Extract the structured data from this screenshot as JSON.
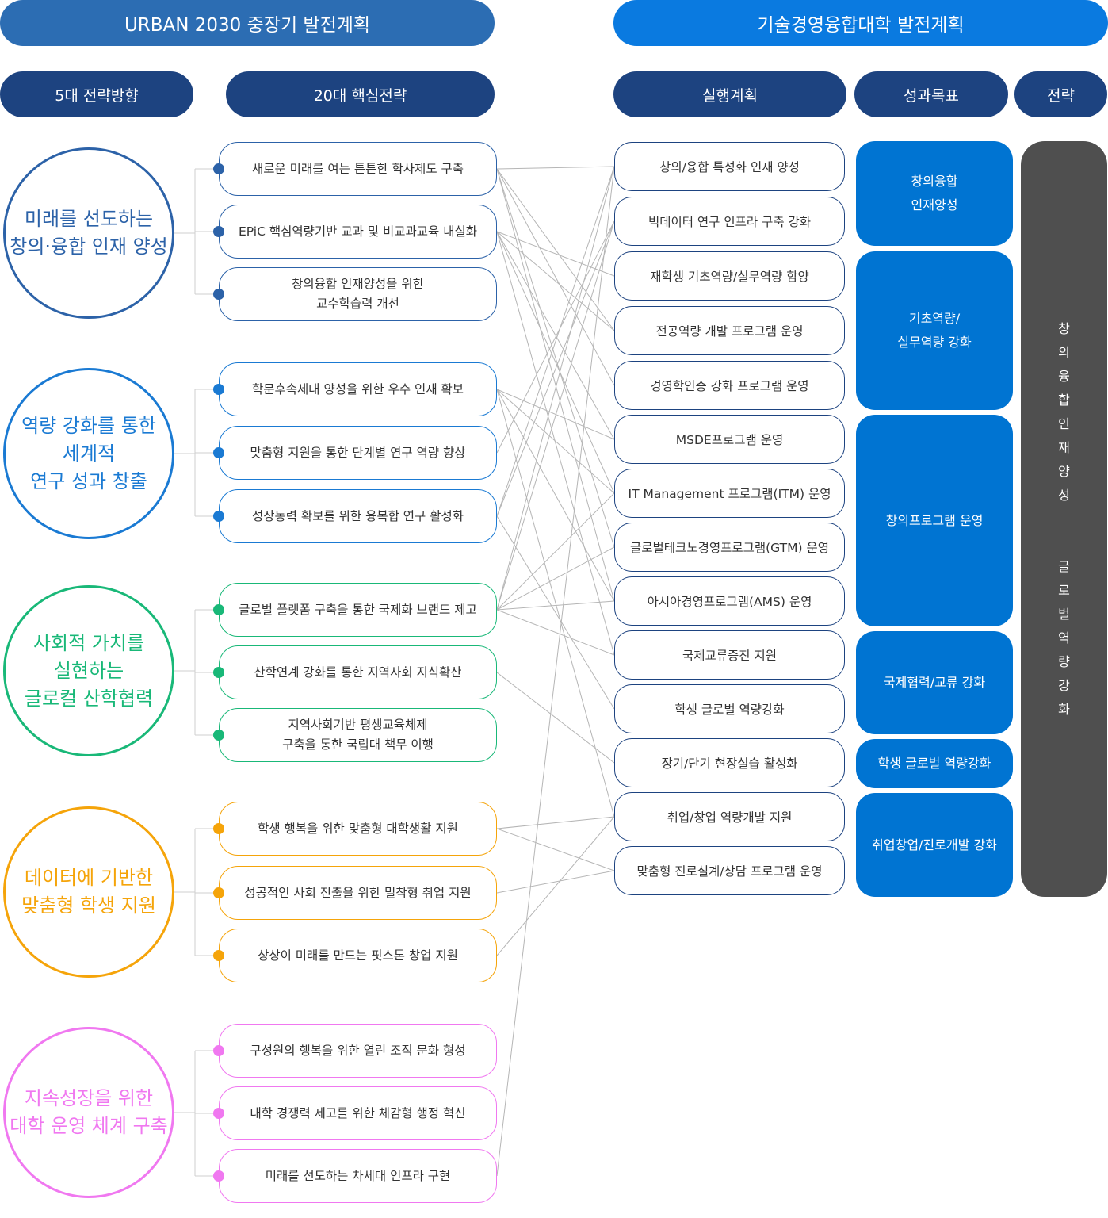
{
  "top": {
    "left_title": "URBAN 2030 중장기 발전계획",
    "right_title": "기술경영융합대학 발전계획"
  },
  "headers": {
    "directions": "5대 전략방향",
    "strategies": "20대 핵심전략",
    "actions": "실행계획",
    "goals": "성과목표",
    "strategy": "전략"
  },
  "colors": {
    "navy": "#1d4380",
    "blue_header": "#0a7ae0",
    "steel": "#2c6db3",
    "goal_blue": "#0074d2",
    "dark_gray": "#4f4f4f",
    "group1": "#2c62a8",
    "group2": "#1a7ad3",
    "group3": "#19b878",
    "group4": "#f5a40a",
    "group5": "#f078f0"
  },
  "directions": [
    {
      "label": "미래를 선도하는\n창의·융합 인재 양성"
    },
    {
      "label": "역량 강화를 통한\n세계적\n연구 성과 창출"
    },
    {
      "label": "사회적 가치를\n실현하는\n글로컬 산학협력"
    },
    {
      "label": "데이터에 기반한\n맞춤형 학생 지원"
    },
    {
      "label": "지속성장을 위한\n대학 운영 체계 구축"
    }
  ],
  "strategies": [
    {
      "label": "새로운 미래를 여는 튼튼한 학사제도 구축"
    },
    {
      "label": "EPiC 핵심역량기반 교과 및 비교과교육 내실화"
    },
    {
      "label": "창의융합 인재양성을 위한\n교수학습력 개선"
    },
    {
      "label": "학문후속세대 양성을 위한 우수 인재 확보"
    },
    {
      "label": "맞춤형 지원을 통한 단계별 연구 역량 향상"
    },
    {
      "label": "성장동력 확보를 위한 융복합 연구 활성화"
    },
    {
      "label": "글로벌 플랫폼 구축을 통한 국제화 브랜드 제고"
    },
    {
      "label": "산학연계 강화를 통한 지역사회 지식확산"
    },
    {
      "label": "지역사회기반 평생교육체제\n구축을 통한 국립대 책무 이행"
    },
    {
      "label": "학생 행복을 위한 맞춤형 대학생활 지원"
    },
    {
      "label": "성공적인 사회 진출을 위한 밀착형 취업 지원"
    },
    {
      "label": "상상이 미래를 만드는 핏스톤 창업 지원"
    },
    {
      "label": "구성원의 행복을 위한 열린 조직 문화 형성"
    },
    {
      "label": "대학 경쟁력 제고를 위한 체감형 행정 혁신"
    },
    {
      "label": "미래를 선도하는 차세대 인프라 구현"
    }
  ],
  "actions": [
    {
      "label": "창의/융합 특성화 인재 양성"
    },
    {
      "label": "빅데이터 연구 인프라 구축 강화"
    },
    {
      "label": "재학생 기초역량/실무역량 함양"
    },
    {
      "label": "전공역량 개발 프로그램 운영"
    },
    {
      "label": "경영학인증 강화 프로그램 운영"
    },
    {
      "label": "MSDE프로그램 운영"
    },
    {
      "label": "IT Management 프로그램(ITM) 운영"
    },
    {
      "label": "글로벌테크노경영프로그램(GTM) 운영"
    },
    {
      "label": "아시아경영프로그램(AMS) 운영"
    },
    {
      "label": "국제교류증진 지원"
    },
    {
      "label": "학생 글로벌 역량강화"
    },
    {
      "label": "장기/단기 현장실습 활성화"
    },
    {
      "label": "취업/창업 역량개발 지원"
    },
    {
      "label": "맞춤형 진로설계/상담 프로그램 운영"
    }
  ],
  "goals": [
    {
      "label": "창의융합\n인재양성"
    },
    {
      "label": "기초역량/\n실무역량 강화"
    },
    {
      "label": "창의프로그램 운영"
    },
    {
      "label": "국제협력/교류 강화"
    },
    {
      "label": "학생 글로벌 역량강화"
    },
    {
      "label": "취업창업/진로개발 강화"
    }
  ],
  "strategy_column": {
    "part1": [
      "창",
      "의",
      "융",
      "합",
      "인",
      "재",
      "양",
      "성"
    ],
    "part2": [
      "글",
      "로",
      "벌",
      "역",
      "량",
      "강",
      "화"
    ]
  },
  "links": [
    [
      0,
      0
    ],
    [
      0,
      3
    ],
    [
      0,
      4
    ],
    [
      0,
      7
    ],
    [
      0,
      8
    ],
    [
      1,
      2
    ],
    [
      1,
      3
    ],
    [
      1,
      5
    ],
    [
      1,
      6
    ],
    [
      1,
      9
    ],
    [
      3,
      5
    ],
    [
      3,
      6
    ],
    [
      3,
      8
    ],
    [
      3,
      12
    ],
    [
      4,
      1
    ],
    [
      5,
      0
    ],
    [
      5,
      1
    ],
    [
      5,
      10
    ],
    [
      6,
      0
    ],
    [
      6,
      1
    ],
    [
      6,
      6
    ],
    [
      6,
      7
    ],
    [
      6,
      8
    ],
    [
      6,
      9
    ],
    [
      7,
      11
    ],
    [
      9,
      12
    ],
    [
      9,
      13
    ],
    [
      10,
      13
    ],
    [
      11,
      12
    ],
    [
      14,
      0
    ]
  ]
}
